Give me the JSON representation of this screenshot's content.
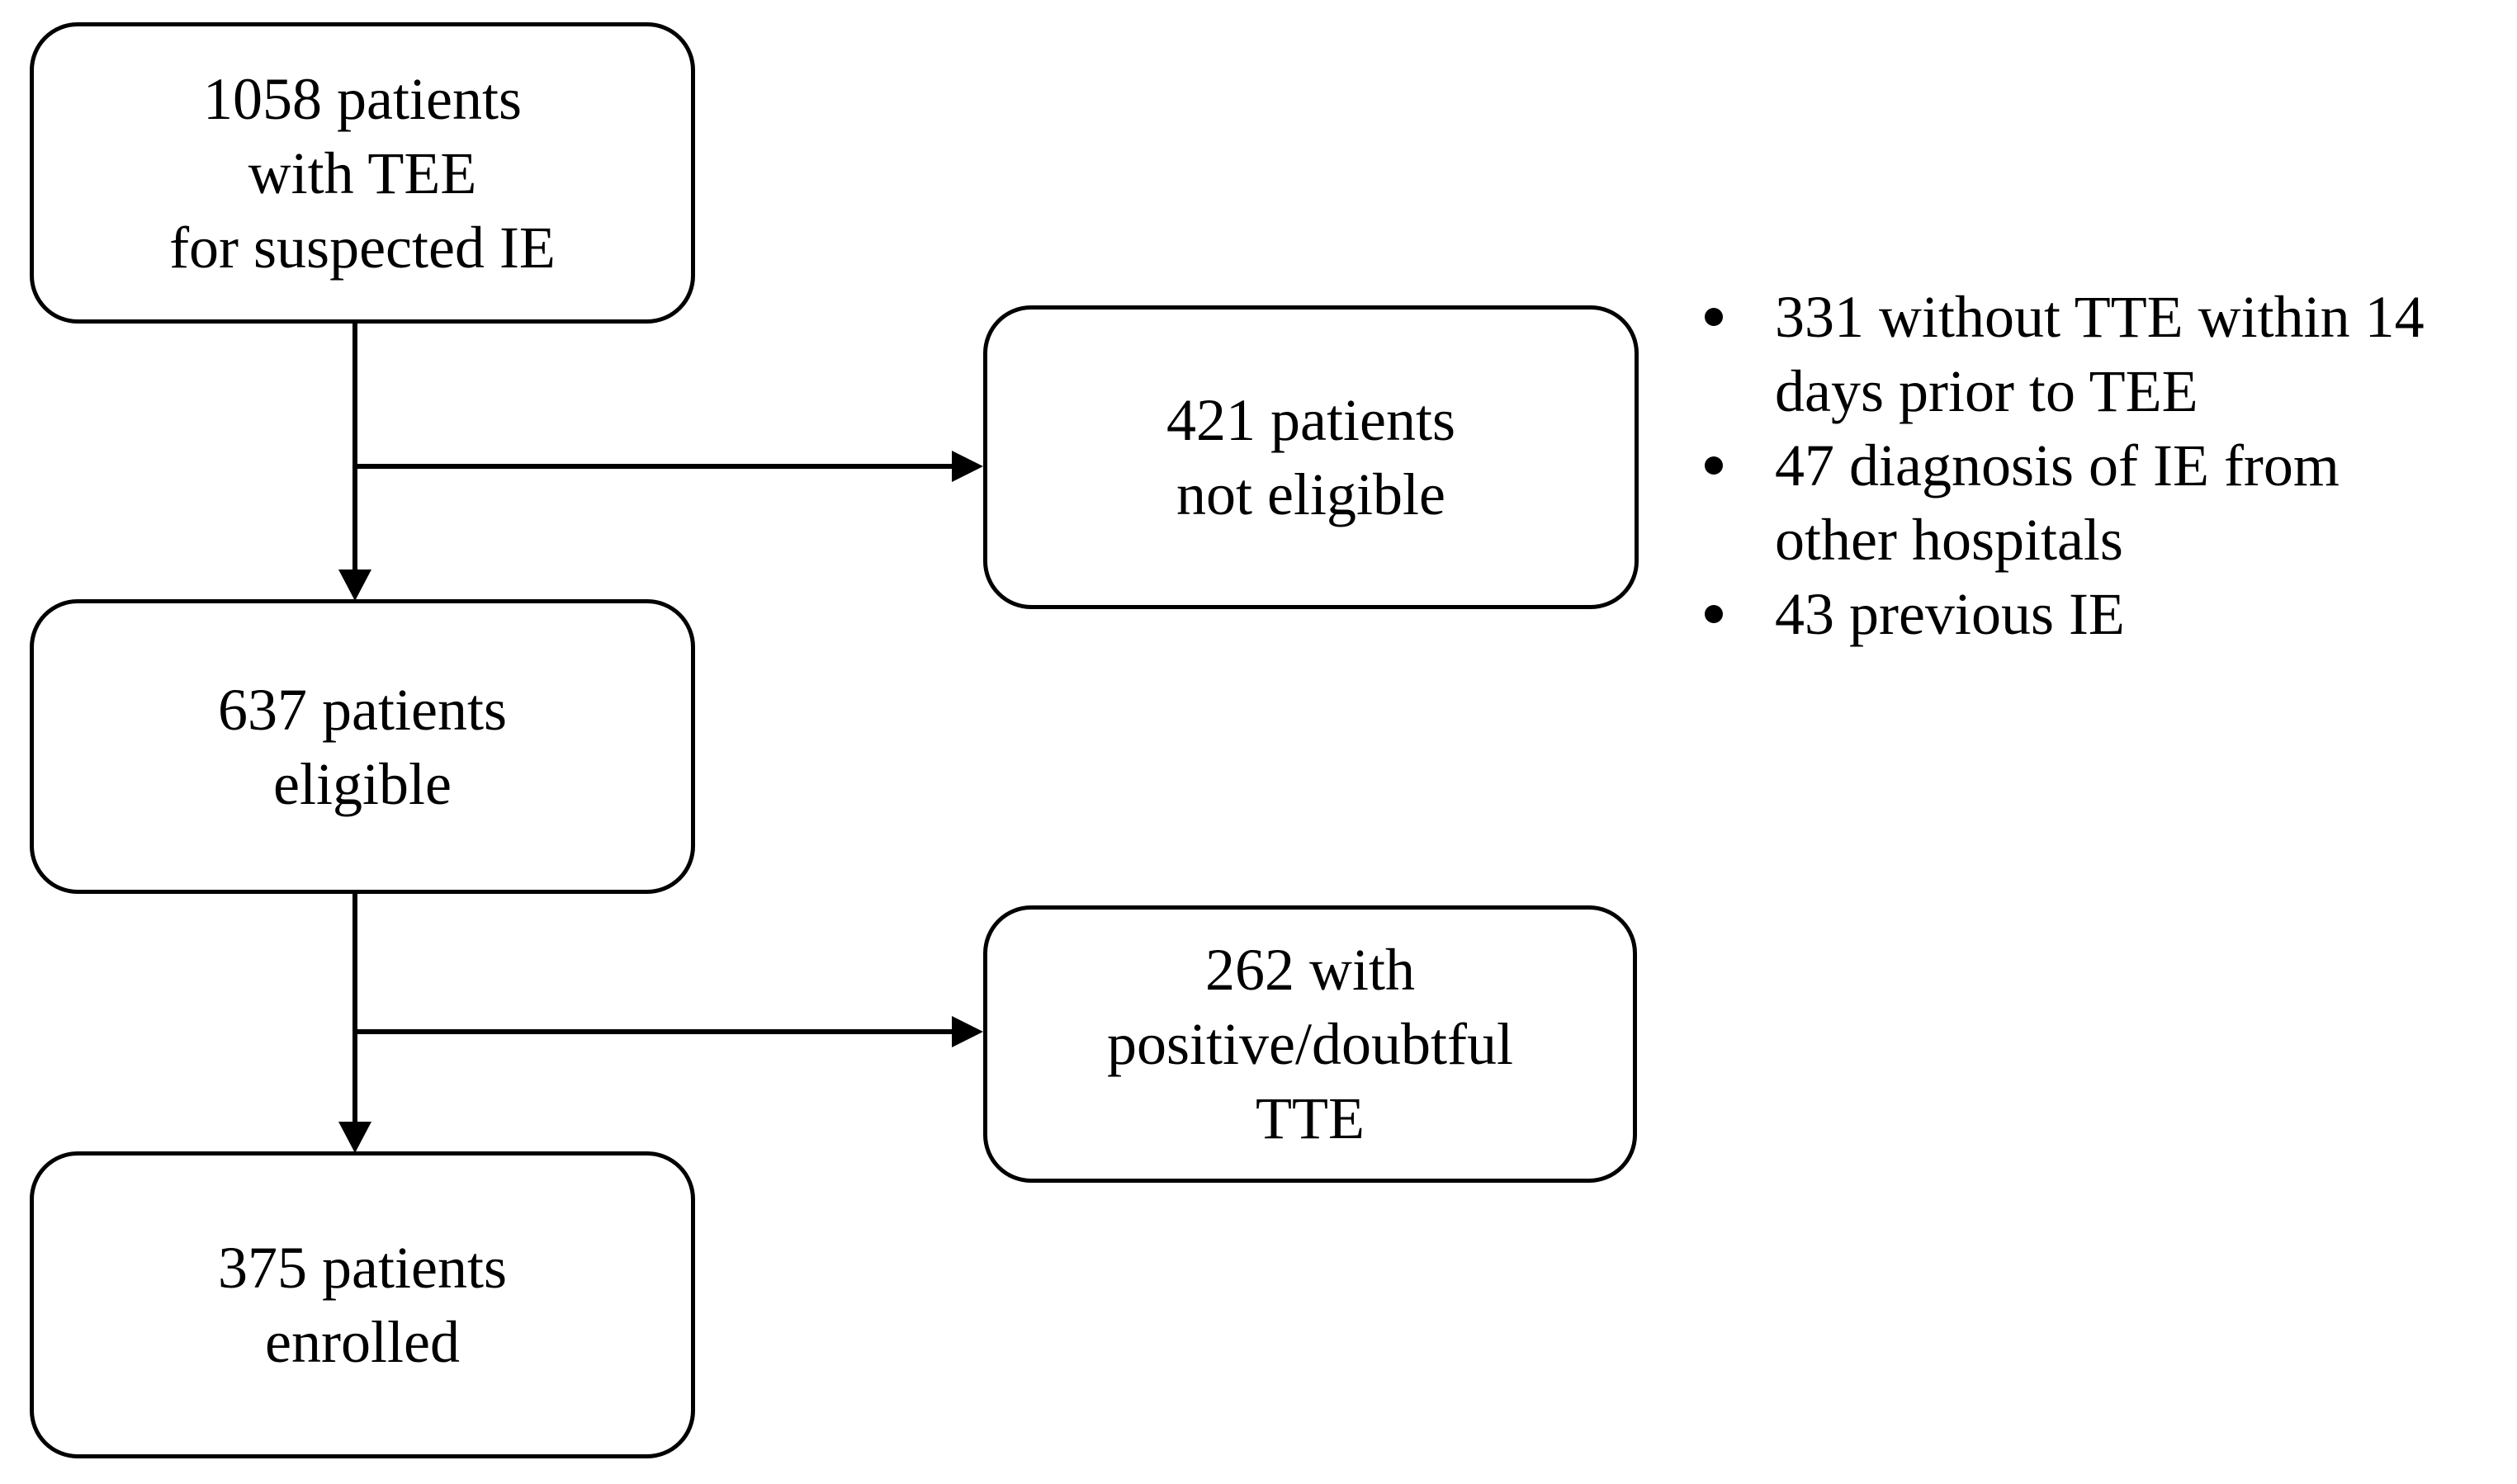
{
  "figure": {
    "background_color": "#ffffff",
    "stroke_color": "#000000",
    "boxes": {
      "suspected_ie": {
        "line1": "1058 patients",
        "line2": "with TEE",
        "line3": "for suspected IE"
      },
      "not_eligible": {
        "line1": "421 patients",
        "line2": "not eligible"
      },
      "eligible": {
        "line1": "637 patients",
        "line2": "eligible"
      },
      "positive_tte": {
        "line1": "262 with",
        "line2": "positive/doubtful",
        "line3": "TTE"
      },
      "enrolled": {
        "line1": "375 patients",
        "line2": "enrolled"
      }
    },
    "exclusions": {
      "items": [
        {
          "lines": [
            "331 without TTE within 14",
            "days prior to TEE"
          ]
        },
        {
          "lines": [
            "47 diagnosis of IE from",
            "other hospitals"
          ]
        },
        {
          "lines": [
            "43 previous IE"
          ]
        }
      ]
    },
    "counts": {
      "total_tee": 1058,
      "not_eligible": 421,
      "eligible": 637,
      "positive_doubtful_tte": 262,
      "enrolled": 375,
      "no_tte_within_14_days": 331,
      "ie_from_other_hospitals": 47,
      "previous_ie": 43
    }
  }
}
